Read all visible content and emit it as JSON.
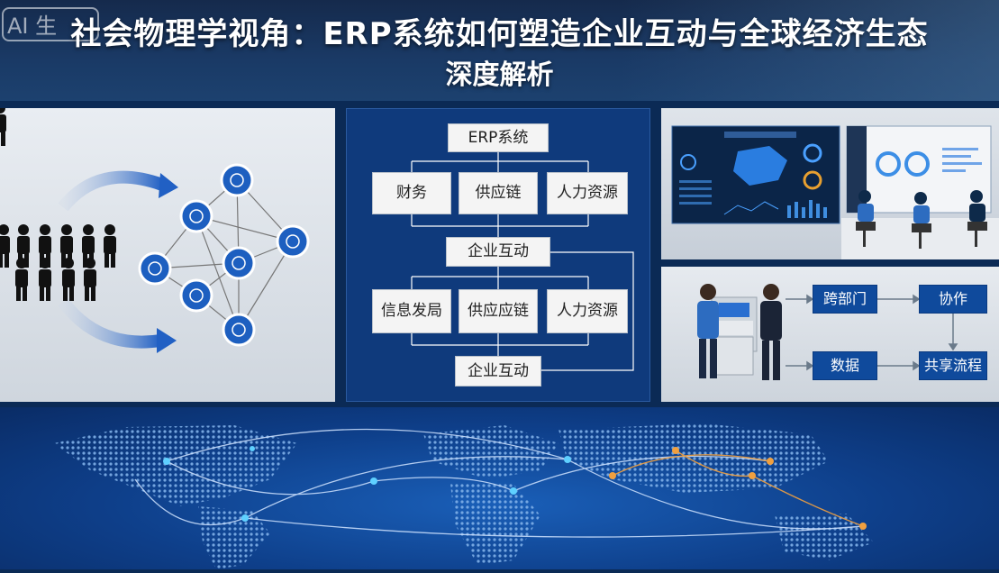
{
  "header": {
    "badge": "AI 生",
    "title_line1": "社会物理学视角：ERP系统如何塑造企业互动与全球经济生态",
    "title_line2": "深度解析"
  },
  "flow": {
    "top": "ERP系统",
    "row1": [
      "财务",
      "供应链",
      "人力资源"
    ],
    "mid": "企业互动",
    "row2": [
      "信息发局",
      "供应应链",
      "人力资源"
    ],
    "bottom": "企业互动"
  },
  "process": {
    "b1": "跨部门",
    "b2": "协作",
    "b3": "数据",
    "b4": "共享流程"
  },
  "colors": {
    "accent": "#0f4a9c",
    "node_blue": "#1d5fc0",
    "map_orange": "#f0a040"
  }
}
